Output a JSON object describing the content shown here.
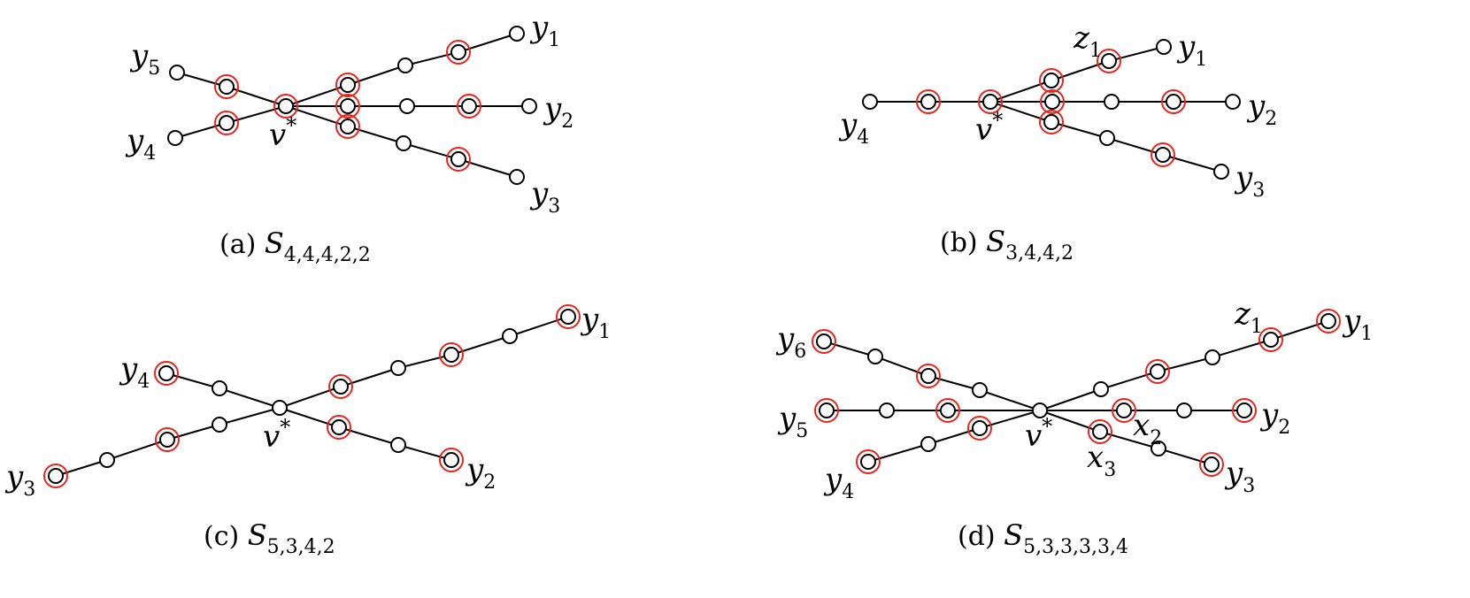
{
  "diagrams": [
    {
      "caption": {
        "prefix": "(a)",
        "letter": "S",
        "sub": "4,4,4,2,2"
      },
      "center": {
        "label": "v",
        "sup": "*"
      },
      "arms": [
        {
          "label": "y",
          "sub": "1"
        },
        {
          "label": "y",
          "sub": "2"
        },
        {
          "label": "y",
          "sub": "3"
        },
        {
          "label": "y",
          "sub": "4"
        },
        {
          "label": "y",
          "sub": "5"
        }
      ]
    },
    {
      "caption": {
        "prefix": "(b)",
        "letter": "S",
        "sub": "3,4,4,2"
      },
      "center": {
        "label": "v",
        "sup": "*"
      },
      "arms": [
        {
          "label": "y",
          "sub": "1"
        },
        {
          "label": "y",
          "sub": "2"
        },
        {
          "label": "y",
          "sub": "3"
        },
        {
          "label": "y",
          "sub": "4"
        }
      ],
      "extra": [
        {
          "label": "z",
          "sub": "1"
        }
      ]
    },
    {
      "caption": {
        "prefix": "(c)",
        "letter": "S",
        "sub": "5,3,4,2"
      },
      "center": {
        "label": "v",
        "sup": "*"
      },
      "arms": [
        {
          "label": "y",
          "sub": "1"
        },
        {
          "label": "y",
          "sub": "2"
        },
        {
          "label": "y",
          "sub": "3"
        },
        {
          "label": "y",
          "sub": "4"
        }
      ]
    },
    {
      "caption": {
        "prefix": "(d)",
        "letter": "S",
        "sub": "5,3,3,3,3,4"
      },
      "center": {
        "label": "v",
        "sup": "*"
      },
      "arms": [
        {
          "label": "y",
          "sub": "1"
        },
        {
          "label": "y",
          "sub": "2"
        },
        {
          "label": "y",
          "sub": "3"
        },
        {
          "label": "y",
          "sub": "4"
        },
        {
          "label": "y",
          "sub": "5"
        },
        {
          "label": "y",
          "sub": "6"
        }
      ],
      "extra": [
        {
          "label": "z",
          "sub": "1"
        },
        {
          "label": "x",
          "sub": "2"
        },
        {
          "label": "x",
          "sub": "3"
        }
      ]
    }
  ]
}
